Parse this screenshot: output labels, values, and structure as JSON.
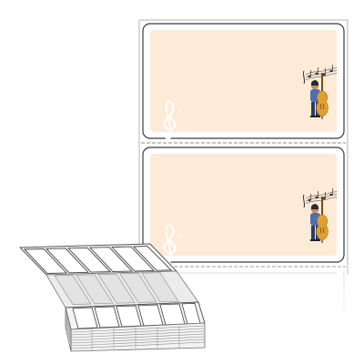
{
  "product": {
    "kind": "fanfold-label-sheet",
    "labels_per_row_on_stack": 6,
    "top_sheet_labels_visible": 2
  },
  "colors": {
    "background": "#ffffff",
    "sheet_border": "#b5b5b5",
    "label_border": "#3a3a3a",
    "label_fill": "#fdebd8",
    "perforation": "#8a8a8a",
    "stack_fill": "#f2f2f2",
    "stack_line": "#6e6e6e",
    "bass_body": "#e0a030",
    "player_shirt": "#4b6fb0",
    "player_pants": "#2a3d66",
    "skin": "#c98a63",
    "clef": "#ffffff"
  },
  "icons": {
    "clef": "treble-clef-icon",
    "notes": "music-notes-icon",
    "musician": "double-bass-player-icon"
  }
}
